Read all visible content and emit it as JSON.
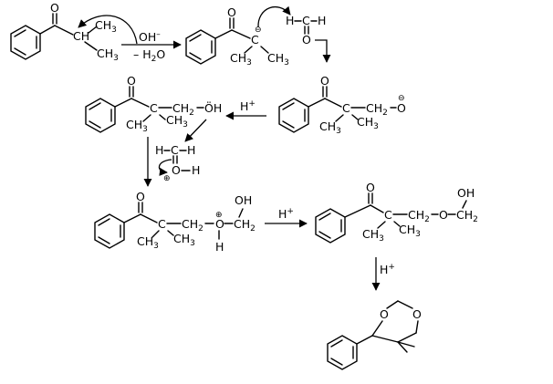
{
  "scheme": {
    "m1": {
      "ch": "CH",
      "ch3_top": "CH",
      "ch3_top_sub": "3",
      "ch3_bot": "CH",
      "ch3_bot_sub": "3",
      "o": "O"
    },
    "step1": {
      "reagent": "OH",
      "reagent_charge": "–",
      "byproduct": "– H",
      "byproduct_sub": "2",
      "byproduct_tail": "O"
    },
    "m2": {
      "c": "C",
      "charge": "⊖",
      "ch3a": "CH",
      "ch3b": "CH",
      "sub": "3",
      "o": "O"
    },
    "formaldehyde1": {
      "h1": "H",
      "c": "C",
      "h2": "H",
      "o": "O"
    },
    "m3": {
      "o": "O",
      "c": "C",
      "ch2": "CH",
      "ch2_sub": "2",
      "ch3a": "CH",
      "ch3b": "CH",
      "sub": "3",
      "ox": "O",
      "charge": "⊖"
    },
    "m4": {
      "o": "O",
      "c": "C",
      "ch2": "CH",
      "ch2_sub": "2",
      "ch3a": "CH",
      "ch3b": "CH",
      "sub": "3",
      "oh": "ÖH"
    },
    "step2": {
      "reagent": "H",
      "reagent_sup": "+"
    },
    "formaldehyde2": {
      "h1": "H",
      "c": "C",
      "h2": "H",
      "oh": "O",
      "h": "H",
      "plus": "⊕"
    },
    "m5": {
      "o": "O",
      "c": "C",
      "ch2": "CH",
      "ch2_sub": "2",
      "ch3a": "CH",
      "ch3b": "CH",
      "sub": "3",
      "ox": "O",
      "plus": "⊕",
      "h": "H",
      "oh": "OH",
      "ch2b": "CH",
      "ch2b_sub": "2"
    },
    "step3": {
      "reagent": "H",
      "reagent_sup": "+"
    },
    "m6": {
      "o": "O",
      "c": "C",
      "ch2": "CH",
      "ch2_sub": "2",
      "ch3a": "CH",
      "ch3b": "CH",
      "sub": "3",
      "ox": "O",
      "oh": "OH",
      "ch2b": "CH",
      "ch2b_sub": "2"
    },
    "step4": {
      "reagent": "H",
      "reagent_sup": "+"
    },
    "product": {
      "o1": "O",
      "o2": "O"
    }
  }
}
